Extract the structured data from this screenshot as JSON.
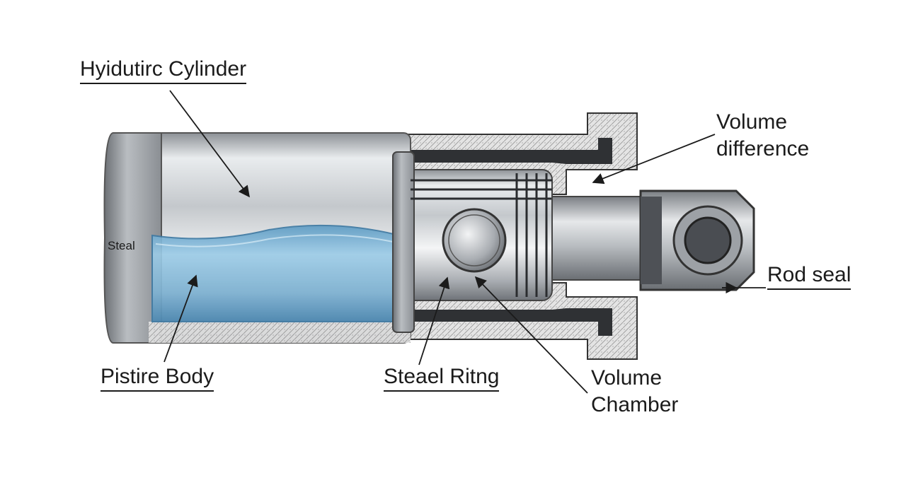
{
  "labels": {
    "cylinder": "Hyidutirc Cylinder",
    "volume_difference_1": "Volume",
    "volume_difference_2": "difference",
    "steal": "Steal",
    "rod_seal": "Rod seal",
    "pistire_body": "Pistire Body",
    "steael_ritng": "Steael Ritng",
    "volume_chamber_1": "Volume",
    "volume_chamber_2": "Chamber"
  },
  "colors": {
    "fluid": "#7fb3d3",
    "steel": "#c9cdd1",
    "housing_hatch": "#d8d8d8",
    "line": "#1b1b1b"
  }
}
